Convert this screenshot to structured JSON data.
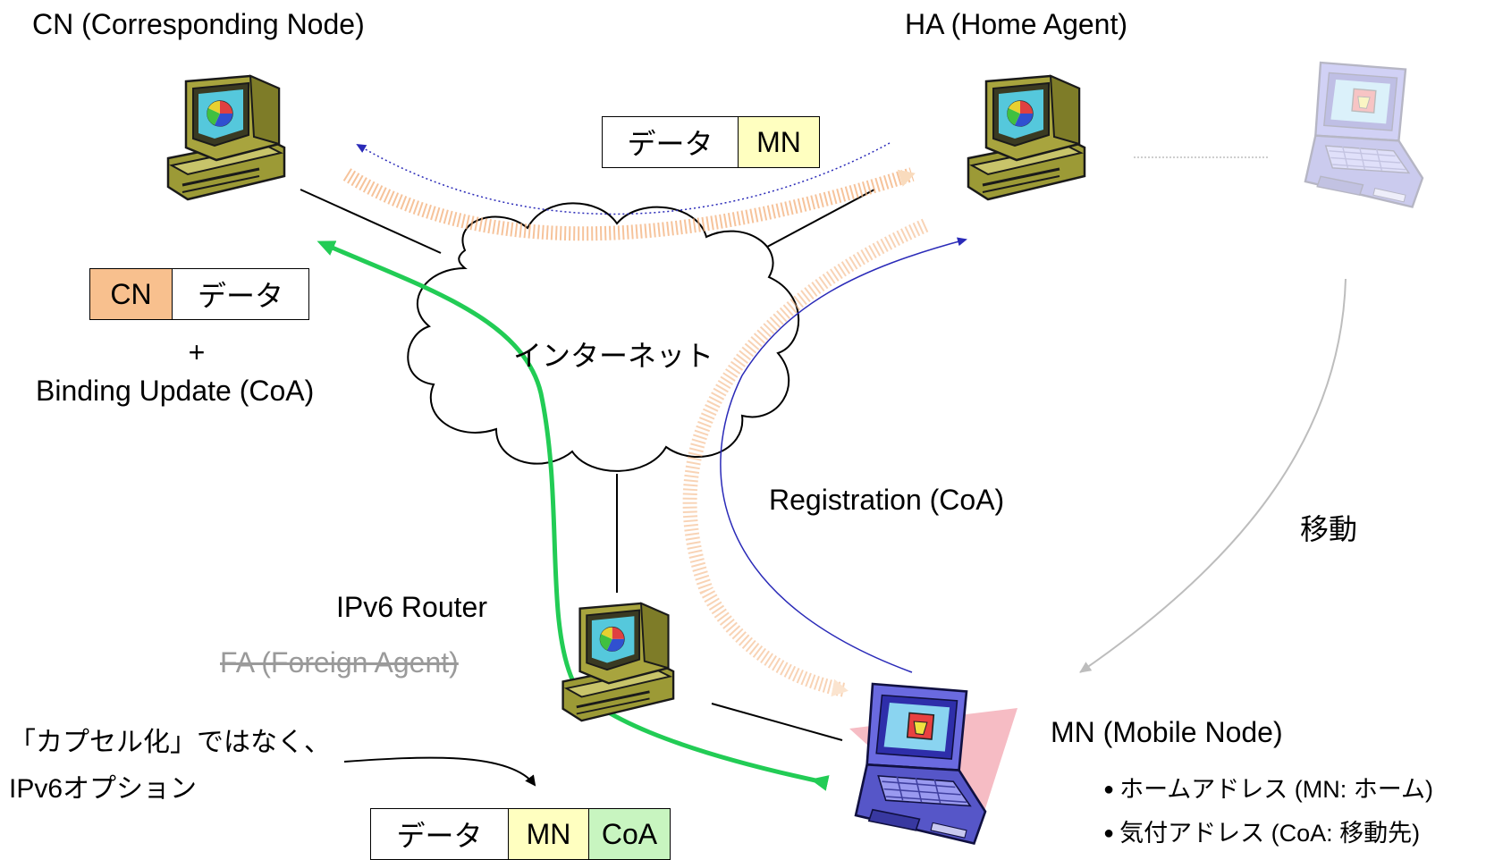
{
  "nodes": {
    "cn": "CN (Corresponding Node)",
    "ha": "HA (Home Agent)",
    "mn": "MN (Mobile Node)",
    "router": "IPv6 Router",
    "fa": "FA (Foreign Agent)"
  },
  "cloud_label": "インターネット",
  "labels": {
    "binding_plus": "+",
    "binding_update": "Binding Update (CoA)",
    "registration": "Registration (CoA)",
    "move": "移動",
    "note_line1": "「カプセル化」ではなく、",
    "note_line2": "IPv6オプション"
  },
  "packets": {
    "top": {
      "data": "データ",
      "mn": "MN"
    },
    "cn": {
      "cn": "CN",
      "data": "データ"
    },
    "bottom": {
      "data": "データ",
      "mn": "MN",
      "coa": "CoA"
    }
  },
  "mn_addresses": [
    "ホームアドレス (MN: ホーム)",
    "気付アドレス (CoA: 移動先)"
  ],
  "colors": {
    "cn_cell": "#f8c08e",
    "mn_cell": "#ffffc0",
    "coa_cell": "#c8f5c0",
    "green_path": "#22cc55",
    "blue_path": "#2a2ab8",
    "orange_path": "#f4b07a"
  },
  "icons": [
    "desktop-computer-icon",
    "laptop-computer-icon",
    "cloud-icon"
  ]
}
